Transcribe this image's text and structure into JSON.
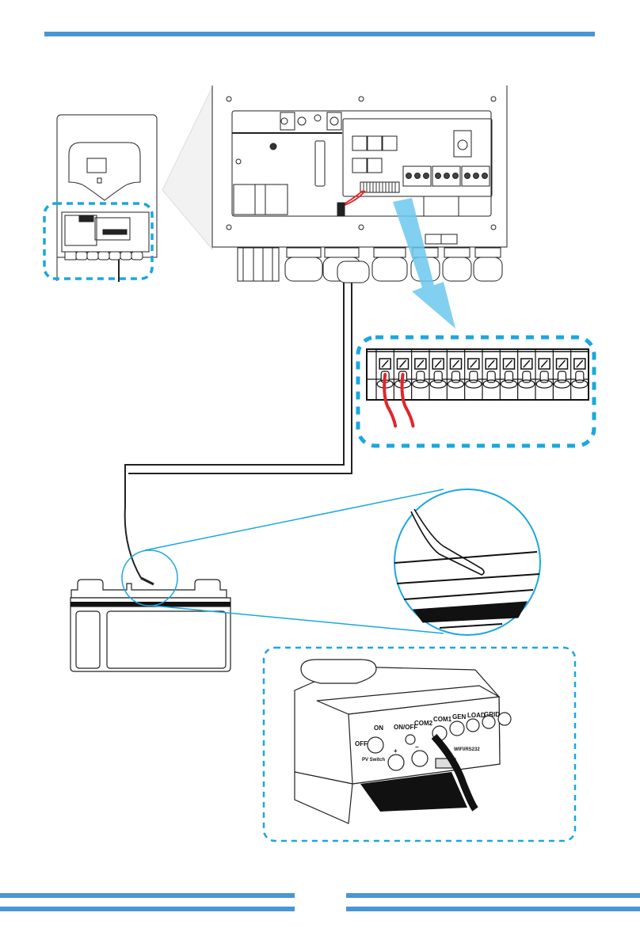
{
  "page": {
    "type": "installation manual page",
    "accent_color": "#4a96d2",
    "callout_color": "#1aa7e0",
    "wire_color": "#e0262b"
  },
  "figure": {
    "description": "Battery temperature sensor connection",
    "terminal_block": {
      "terminal_count": 12,
      "wired_terminals": [
        1,
        2
      ]
    },
    "device_port_labels": {
      "switch_on": "ON",
      "switch_off": "OFF",
      "pv_switch": "PV Switch",
      "on_off": "ON/OFF",
      "com2": "COM2",
      "com1": "COM1",
      "gen": "GEN",
      "load": "LOAD",
      "grid": "GRID",
      "wifi": "WIFI/RS232",
      "plus": "+",
      "minus": "−"
    }
  }
}
